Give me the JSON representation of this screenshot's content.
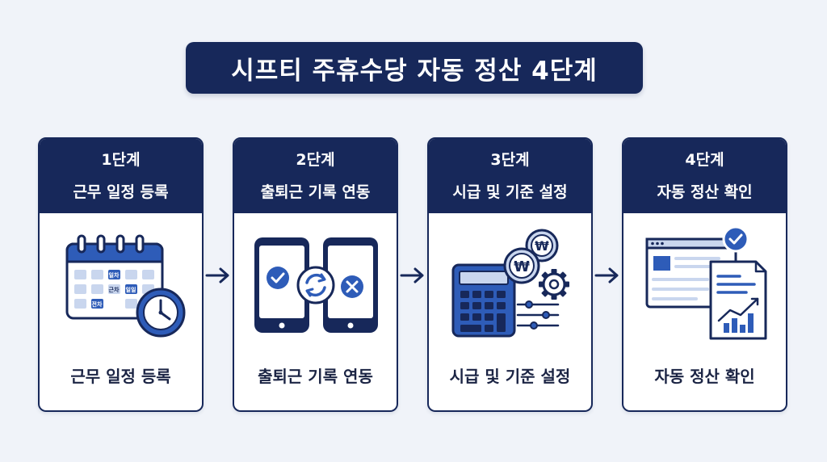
{
  "title": "시프티 주휴수당 자동 정산 4단계",
  "colors": {
    "navy": "#17285a",
    "blue": "#2e5cb8",
    "light_blue": "#c9d6ee",
    "background": "#f0f3f9"
  },
  "steps": [
    {
      "label": "1단계",
      "name": "근무 일정 등록",
      "caption": "근무 일정 등록",
      "icon": "calendar-clock-icon",
      "calendar_tags": [
        "일차",
        "일일",
        "전차",
        "근차"
      ]
    },
    {
      "label": "2단계",
      "name": "출퇴근 기록 연동",
      "caption": "출퇴근 기록 연동",
      "icon": "phones-sync-icon"
    },
    {
      "label": "3단계",
      "name": "시급 및 기준 설정",
      "caption": "시급 및 기준 설정",
      "icon": "calculator-coins-icon",
      "currency_symbol": "₩"
    },
    {
      "label": "4단계",
      "name": "자동 정산 확인",
      "caption": "자동 정산 확인",
      "icon": "report-check-icon"
    }
  ]
}
